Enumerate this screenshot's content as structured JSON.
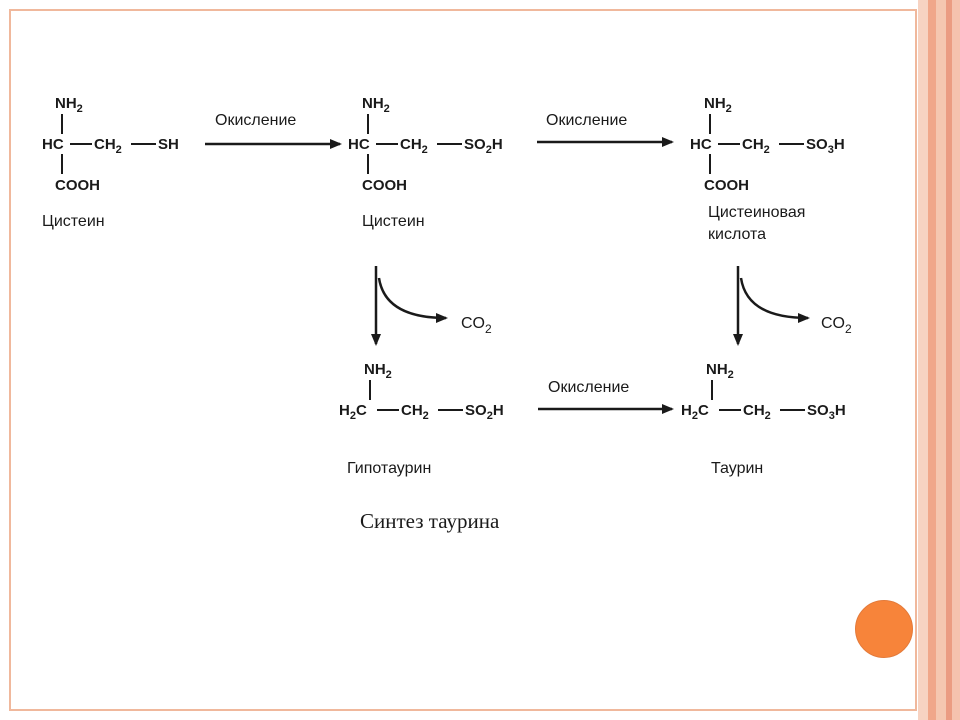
{
  "theme": {
    "accent": "#f7843a",
    "frame": "#f0b89c",
    "stripes": [
      "#f5c7b0",
      "#f0a78a",
      "#f7d3c2",
      "#eb9c82",
      "#f5c2ae"
    ]
  },
  "groups": {
    "nh2": "NH",
    "two": "2",
    "hc": "HC",
    "h2c": "H",
    "ch2": "CH",
    "cooh": "COOH",
    "sh": "SH",
    "so2h": "SO",
    "so3h": "SO",
    "three": "3",
    "h": "H",
    "co2": "CO",
    "c": "C"
  },
  "reactions": {
    "oxidation": "Окисление"
  },
  "compounds": {
    "cysteine": "Цистеин",
    "cysteine_sulfinic": "Цистеин",
    "cysteic_line1": "Цистеиновая",
    "cysteic_line2": "кислота",
    "hypotaurine": "Гипотаурин",
    "taurine": "Таурин"
  },
  "caption": "Синтез таурина"
}
